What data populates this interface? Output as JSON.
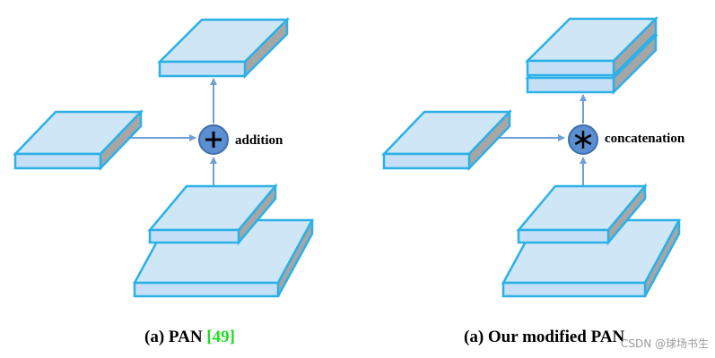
{
  "colors": {
    "face_top": "#cfe6f7",
    "face_front": "#c5e0f6",
    "face_side": "#a6a6a6",
    "edge": "#2bb0e8",
    "arrow": "#6f9fd4",
    "op_fill": "#5b8fd0",
    "op_stroke": "#3e6fae",
    "ref_color": "#22dd22"
  },
  "left_diagram": {
    "operator_symbol": "+",
    "operator_label": "addition",
    "caption_prefix": "(a) PAN ",
    "caption_ref": "[49]"
  },
  "right_diagram": {
    "operator_symbol": "*",
    "operator_label": "concatenation",
    "caption": "(a) Our modified PAN"
  },
  "watermark": "CSDN @球场书生"
}
